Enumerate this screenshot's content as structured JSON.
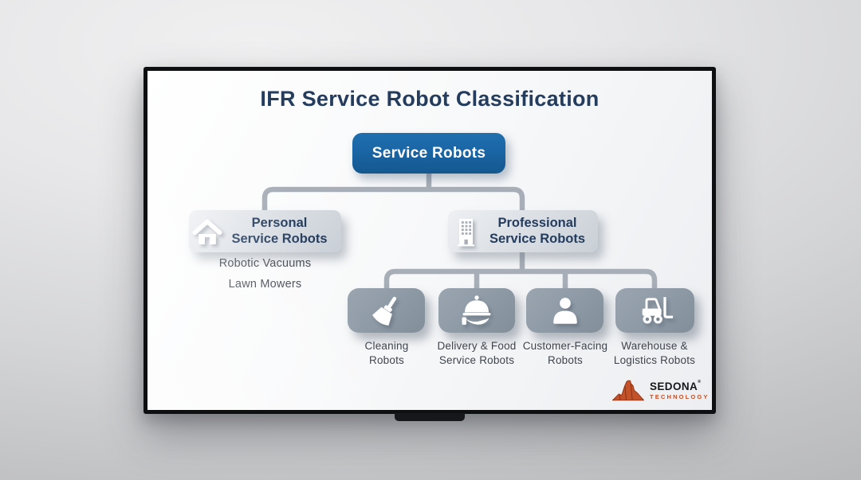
{
  "title": "IFR Service Robot Classification",
  "root": {
    "label": "Service Robots"
  },
  "level1": [
    {
      "label": "Personal\nService Robots",
      "icon": "home-icon",
      "examples": [
        "Robotic Vacuums",
        "Lawn Mowers"
      ]
    },
    {
      "label": "Professional\nService Robots",
      "icon": "building-icon"
    }
  ],
  "level2": [
    {
      "label": "Cleaning\nRobots",
      "icon": "broom-icon"
    },
    {
      "label": "Delivery & Food\nService Robots",
      "icon": "food-service-icon"
    },
    {
      "label": "Customer-Facing\nRobots",
      "icon": "person-icon"
    },
    {
      "label": "Warehouse &\nLogistics Robots",
      "icon": "forklift-icon"
    }
  ],
  "logo": {
    "brand": "SEDONA",
    "registered": "®",
    "subtitle": "TECHNOLOGY"
  },
  "colors": {
    "accent_blue": "#1a65a5",
    "title_navy": "#243c5d",
    "connector_gray": "#a7aeb7",
    "node_gray": "#8d99a5",
    "node_light": "#d7dbe0",
    "logo_red": "#c14f27",
    "text_dark": "#3f454c"
  }
}
